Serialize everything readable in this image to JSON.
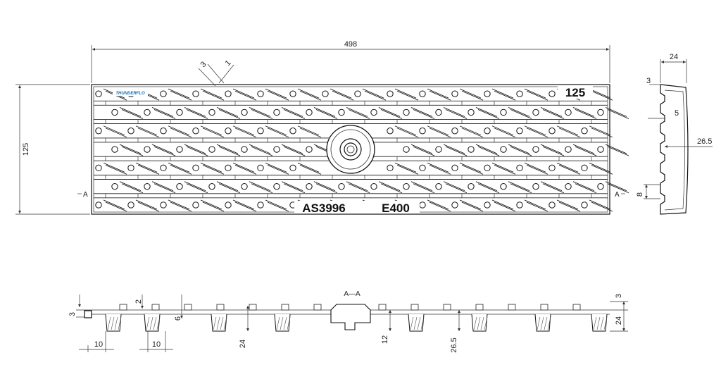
{
  "plan_view": {
    "overall_length": "498",
    "overall_width": "125",
    "grate_size_mark": "125",
    "standard_mark": "AS3996",
    "load_class_mark": "E400",
    "brand_logo_text": "THUNDERFLO",
    "slot_dim_a": "3",
    "slot_dim_b": "1",
    "section_marker_left": "A",
    "section_marker_right": "A"
  },
  "side_view": {
    "width_dim": "24",
    "top_offset_dim": "3",
    "slot_dim": "5",
    "depth_dim": "26.5",
    "bottom_dim": "8"
  },
  "section_view": {
    "title": "A—A",
    "left_step_dim": "3",
    "rib_gap_dim": "2",
    "rib_height_dim": "6",
    "foot_width_1": "10",
    "foot_width_2": "10",
    "inner_depth_dim": "24",
    "center_depth_dim": "12",
    "boss_depth_dim": "26.5",
    "right_top_dim": "3",
    "right_height_dim": "24"
  }
}
